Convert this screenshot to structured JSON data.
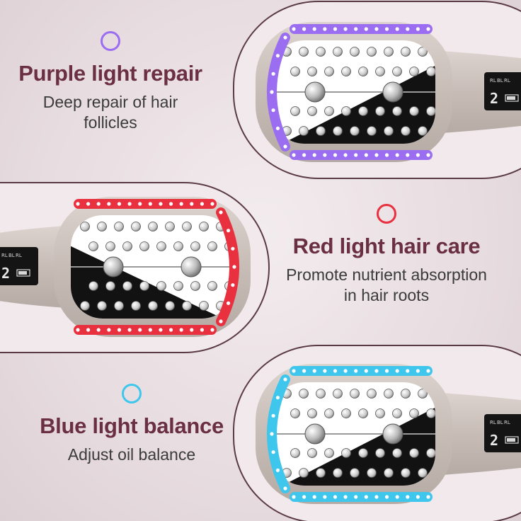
{
  "features": [
    {
      "id": "purple",
      "title": "Purple light repair",
      "description": "Deep repair of hair follicles",
      "color": "#9b6df0"
    },
    {
      "id": "red",
      "title": "Red light hair care",
      "description": "Promote nutrient absorption in hair roots",
      "color": "#e8303e"
    },
    {
      "id": "blue",
      "title": "Blue light balance",
      "description": "Adjust oil balance",
      "color": "#3ec6ec"
    }
  ],
  "display": {
    "level_number": "2",
    "mode_labels": [
      "RL",
      "BL",
      "RL"
    ]
  },
  "colors": {
    "title": "#6b2f43",
    "description": "#3a3a3a",
    "brush_body": "#cdc3bd",
    "panel_bg": "#efe6e9"
  }
}
